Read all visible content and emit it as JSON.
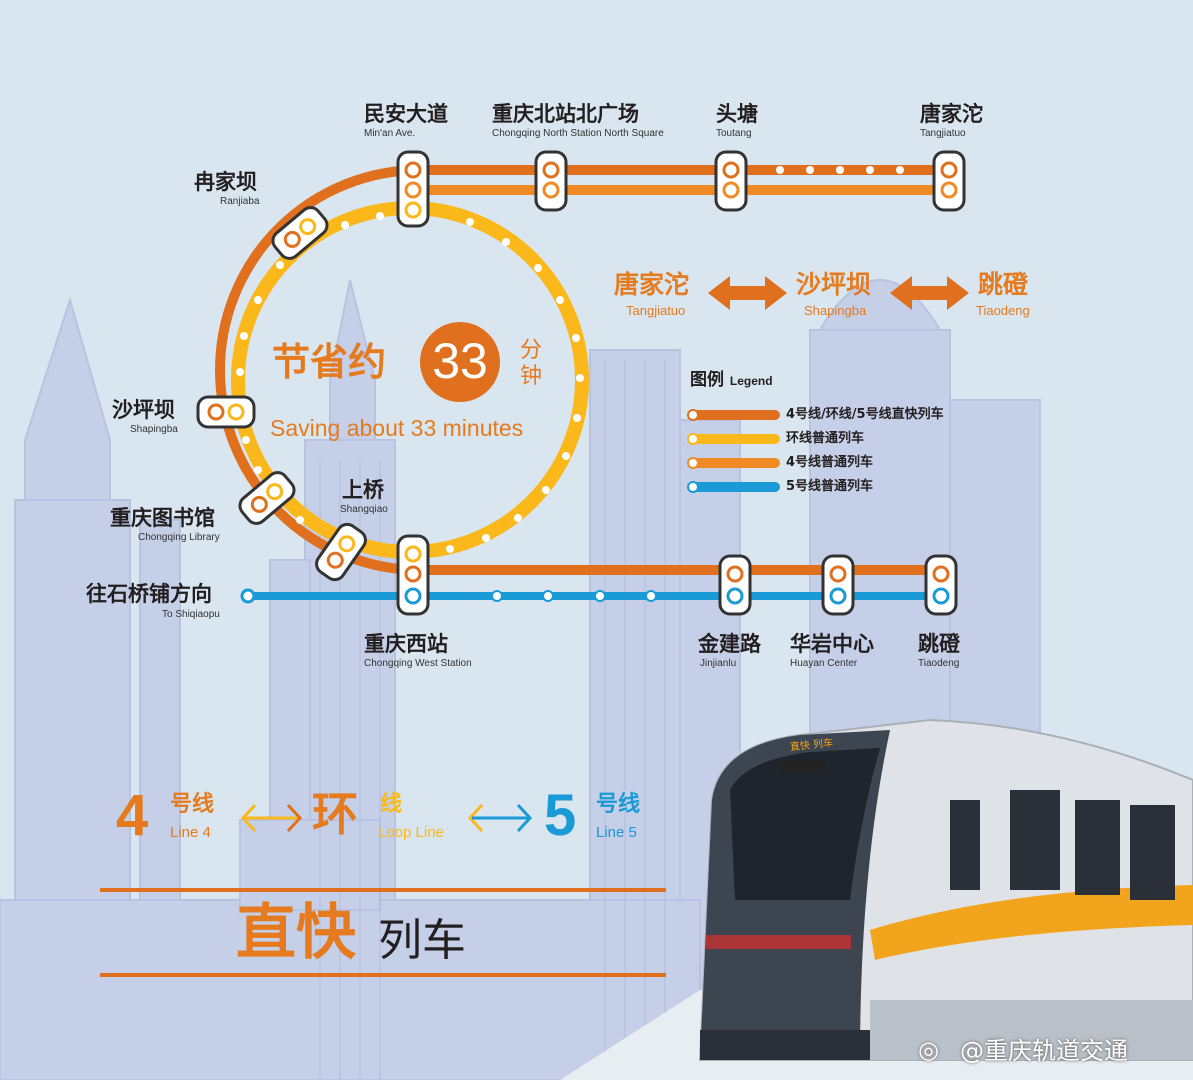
{
  "stations": {
    "minan": {
      "cn": "民安大道",
      "en": "Min'an Ave."
    },
    "cqbzbgc": {
      "cn": "重庆北站北广场",
      "en": "Chongqing North Station North Square"
    },
    "toutang": {
      "cn": "头塘",
      "en": "Toutang"
    },
    "tangjiatuo": {
      "cn": "唐家沱",
      "en": "Tangjiatuo"
    },
    "ranjiaba": {
      "cn": "冉家坝",
      "en": "Ranjiaba"
    },
    "shapingba": {
      "cn": "沙坪坝",
      "en": "Shapingba"
    },
    "library": {
      "cn": "重庆图书馆",
      "en": "Chongqing Library"
    },
    "shangqiao": {
      "cn": "上桥",
      "en": "Shangqiao"
    },
    "shiqiaopu": {
      "cn": "往石桥铺方向",
      "en": "To Shiqiaopu"
    },
    "cqxz": {
      "cn": "重庆西站",
      "en": "Chongqing West Station"
    },
    "jinjianlu": {
      "cn": "金建路",
      "en": "Jinjianlu"
    },
    "huayan": {
      "cn": "华岩中心",
      "en": "Huayan Center"
    },
    "tiaodeng": {
      "cn": "跳磴",
      "en": "Tiaodeng"
    }
  },
  "saving": {
    "prefix": "节省约",
    "number": "33",
    "unit1": "分",
    "unit2": "钟",
    "en": "Saving about 33 minutes"
  },
  "route": {
    "from": {
      "cn": "唐家沱",
      "en": "Tangjiatuo"
    },
    "mid": {
      "cn": "沙坪坝",
      "en": "Shapingba"
    },
    "to": {
      "cn": "跳磴",
      "en": "Tiaodeng"
    }
  },
  "legend": {
    "title": "图例",
    "title_en": "Legend",
    "items": [
      {
        "label": "4号线/环线/5号线直快列车",
        "color": "#e0701d"
      },
      {
        "label": "环线普通列车",
        "color": "#fbb81a"
      },
      {
        "label": "4号线普通列车",
        "color": "#f08a24"
      },
      {
        "label": "5号线普通列车",
        "color": "#1a9ad6"
      }
    ]
  },
  "banner": {
    "line4_num": "4",
    "line4_cn": "号线",
    "line4_en": "Line 4",
    "loop_cn": "环",
    "loop_cn2": "线",
    "loop_en": "Loop Line",
    "line5_num": "5",
    "line5_cn": "号线",
    "line5_en": "Line 5",
    "title_big": "直快",
    "title_small": "列车"
  },
  "train_sign": "直快 列车",
  "watermark": "@重庆轨道交通",
  "colors": {
    "express": "#e0701d",
    "line4": "#f08a24",
    "loop": "#fbb81a",
    "line5": "#1a9ad6",
    "background": "#d9e6ef"
  }
}
